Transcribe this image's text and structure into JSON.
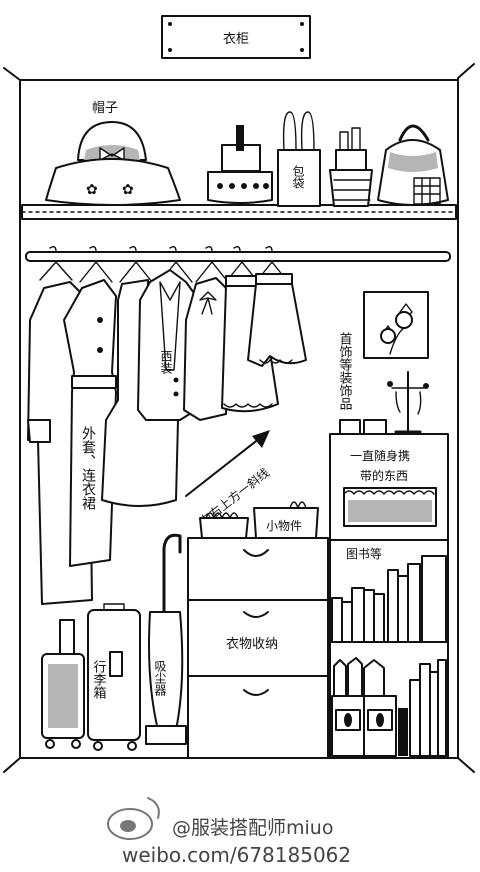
{
  "title": "衣柜",
  "labels": {
    "hat": "帽子",
    "bags": "包袋",
    "jewelry": "首饰等装饰品",
    "suit": "西装",
    "coats": "外套、连衣裙",
    "diagonal": "向右上方一斜线",
    "small_items": "小物件",
    "carry_items_1": "一直随身携",
    "carry_items_2": "带的东西",
    "books": "图书等",
    "clothes_storage": "衣物收纳",
    "luggage": "行李箱",
    "vacuum": "吸尘器"
  },
  "watermark": {
    "handle": "@服装搭配师miuo",
    "url": "weibo.com/678185062"
  }
}
